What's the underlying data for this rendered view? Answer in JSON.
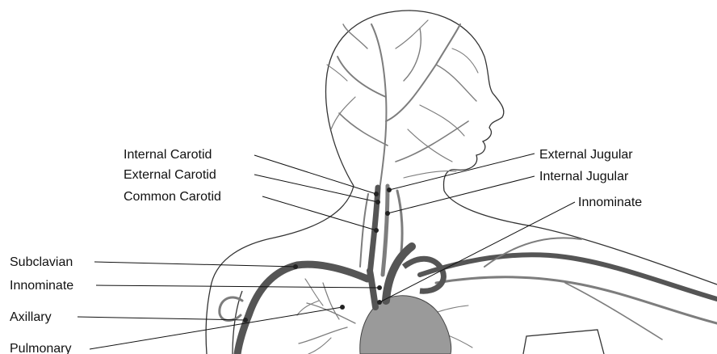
{
  "labels": {
    "left": {
      "internal_carotid": "Internal Carotid",
      "external_carotid": "External Carotid",
      "common_carotid": "Common Carotid",
      "subclavian": "Subclavian",
      "innominate": "Innominate",
      "axillary": "Axillary",
      "pulmonary": "Pulmonary"
    },
    "right": {
      "external_jugular": "External Jugular",
      "internal_jugular": "Internal Jugular",
      "innominate": "Innominate"
    }
  }
}
